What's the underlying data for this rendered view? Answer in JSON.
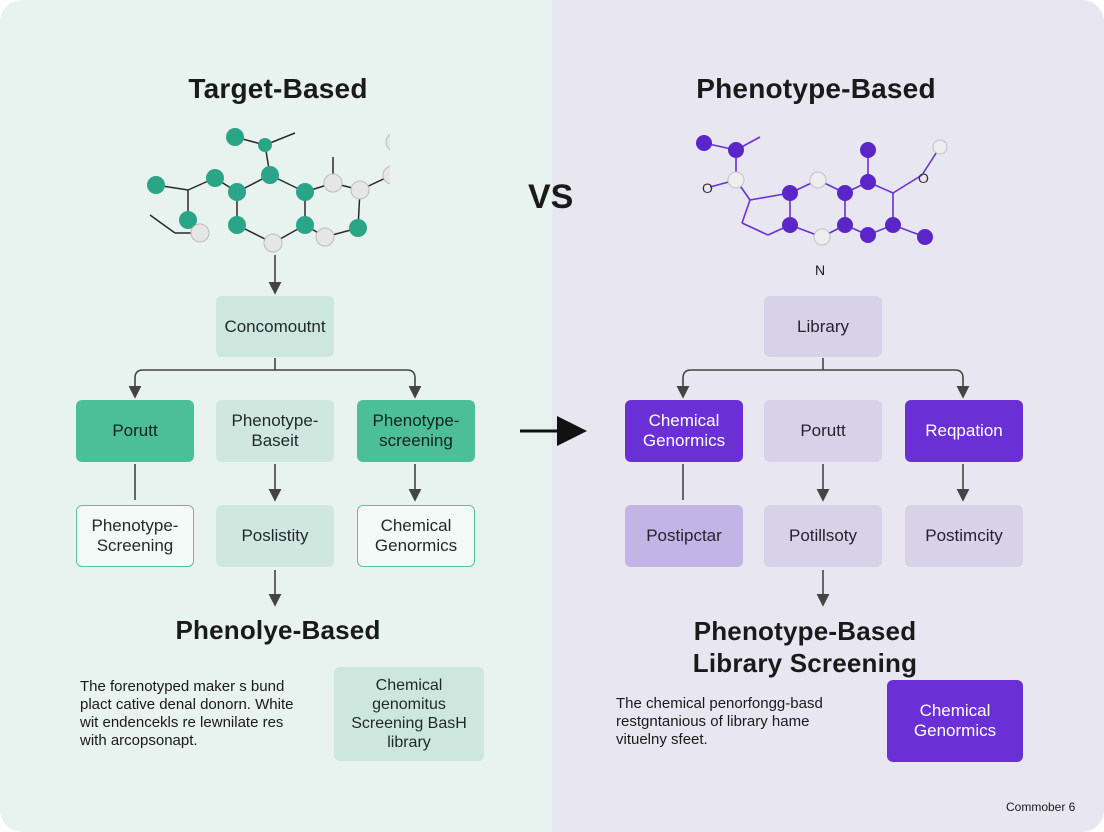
{
  "left": {
    "title": "Target-Based",
    "root": "Concomoutnt",
    "row1": [
      "Porutt",
      "Phenotype-\nBaseit",
      "Phenotype-\nscreening"
    ],
    "row2": [
      "Phenotype-\nScreening",
      "Poslistity",
      "Chemical\nGenormics"
    ],
    "subtitle": "Phenolye-Based",
    "paragraph": "The forenotyped maker s bund\nplact cative denal donorn. White\nwit endencekls re lewnilate res\nwith arcopsonapt.",
    "callout": "Chemical\ngenomitus\nScreening BasH\nlibrary",
    "colors": {
      "accent": "#4dbf98",
      "background": "#e8f2ef"
    }
  },
  "center": {
    "vs": "VS"
  },
  "right": {
    "title": "Phenotype-Based",
    "molecule_label": "N",
    "root": "Library",
    "row1": [
      "Chemical\nGenormics",
      "Porutt",
      "Reqpation"
    ],
    "row2": [
      "Postipctar",
      "Potillsoty",
      "Postimcity"
    ],
    "subtitle": "Phenotype-Based\nLibrary Screening",
    "paragraph": "The chemical penorfongg-basd\nrestgntanious of library hame\nvituelny sfeet.",
    "callout": "Chemical\nGenormics",
    "colors": {
      "accent": "#6a30d6",
      "background": "#e8e6f0"
    }
  },
  "footer": "Commober 6"
}
